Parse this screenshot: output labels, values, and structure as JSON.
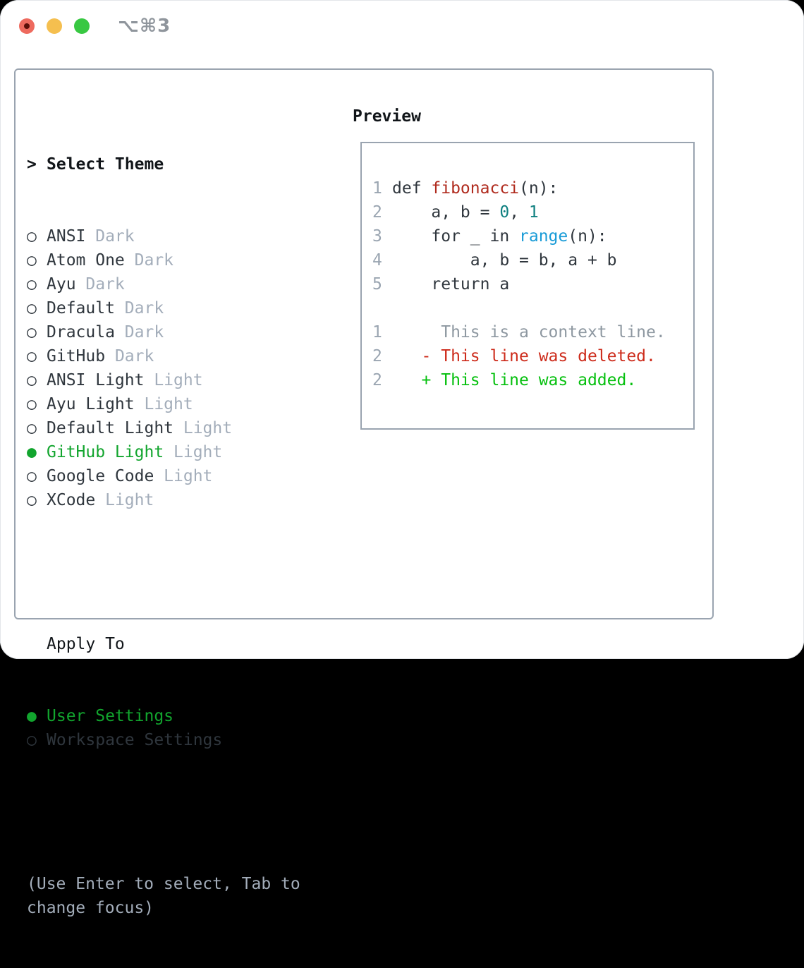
{
  "window": {
    "title": "⌥⌘3",
    "traffic_lights": [
      "close",
      "minimize",
      "zoom"
    ]
  },
  "theme_picker": {
    "prompt": ">",
    "title": "Select Theme",
    "radio_unselected_icon": "○",
    "radio_selected_icon": "●",
    "themes": [
      {
        "name": "ANSI",
        "variant": "Dark",
        "selected": false
      },
      {
        "name": "Atom One",
        "variant": "Dark",
        "selected": false
      },
      {
        "name": "Ayu",
        "variant": "Dark",
        "selected": false
      },
      {
        "name": "Default",
        "variant": "Dark",
        "selected": false
      },
      {
        "name": "Dracula",
        "variant": "Dark",
        "selected": false
      },
      {
        "name": "GitHub",
        "variant": "Dark",
        "selected": false
      },
      {
        "name": "ANSI Light",
        "variant": "Light",
        "selected": false
      },
      {
        "name": "Ayu Light",
        "variant": "Light",
        "selected": false
      },
      {
        "name": "Default Light",
        "variant": "Light",
        "selected": false
      },
      {
        "name": "GitHub Light",
        "variant": "Light",
        "selected": true
      },
      {
        "name": "Google Code",
        "variant": "Light",
        "selected": false
      },
      {
        "name": "XCode",
        "variant": "Light",
        "selected": false
      }
    ],
    "apply_to": {
      "label": "Apply To",
      "options": [
        {
          "label": "User Settings",
          "selected": true
        },
        {
          "label": "Workspace Settings",
          "selected": false
        }
      ]
    },
    "help": "(Use Enter to select, Tab to\nchange focus)"
  },
  "preview": {
    "label": "Preview",
    "lines": [
      {
        "num": "1",
        "segments": [
          {
            "t": "def ",
            "c": "code"
          },
          {
            "t": "fibonacci",
            "c": "func"
          },
          {
            "t": "(n):",
            "c": "code"
          }
        ]
      },
      {
        "num": "2",
        "segments": [
          {
            "t": "    a, b = ",
            "c": "code"
          },
          {
            "t": "0",
            "c": "num"
          },
          {
            "t": ", ",
            "c": "code"
          },
          {
            "t": "1",
            "c": "num"
          }
        ]
      },
      {
        "num": "3",
        "segments": [
          {
            "t": "    for _ in ",
            "c": "code"
          },
          {
            "t": "range",
            "c": "builtin"
          },
          {
            "t": "(n):",
            "c": "code"
          }
        ]
      },
      {
        "num": "4",
        "segments": [
          {
            "t": "        a, b = b, a + b",
            "c": "code"
          }
        ]
      },
      {
        "num": "5",
        "segments": [
          {
            "t": "    return a",
            "c": "code"
          }
        ]
      },
      {
        "num": "",
        "segments": []
      },
      {
        "num": "1",
        "segments": [
          {
            "t": "     This is a context line.",
            "c": "context"
          }
        ]
      },
      {
        "num": "2",
        "segments": [
          {
            "t": "   - This line was deleted.",
            "c": "deleted"
          }
        ]
      },
      {
        "num": "2",
        "segments": [
          {
            "t": "   + This line was added.",
            "c": "added"
          }
        ]
      }
    ]
  },
  "colors": {
    "window_bg": "#ffffff",
    "border": "#9aa4b0",
    "header_black": "#111519",
    "text_dark": "#2f363d",
    "muted": "#a3adba",
    "selected_green": "#12a52e",
    "title_gray": "#8f959c",
    "traffic_red": "#ee6a5e",
    "traffic_red_dot": "#5c0f08",
    "traffic_yellow": "#f5bf4f",
    "traffic_green": "#38c842",
    "code_text": "#2f363d",
    "line_number": "#9aa5b1",
    "func_red": "#b02b1e",
    "number_teal": "#0f8080",
    "builtin_blue": "#189bd7",
    "context_gray": "#8e98a1",
    "deleted_red": "#cd2b1b",
    "added_green": "#06c00f"
  }
}
